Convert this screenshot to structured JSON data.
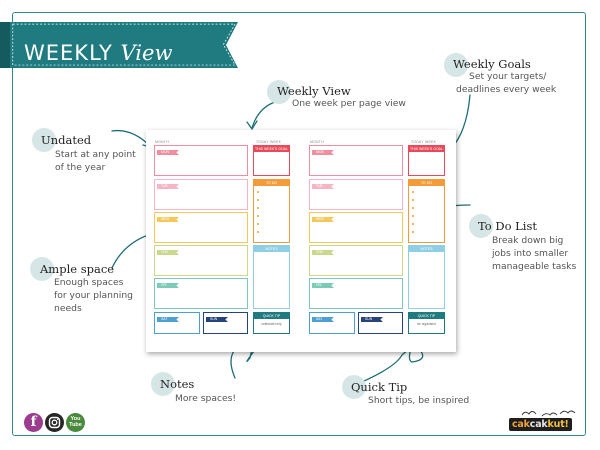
{
  "banner": {
    "title_main": "WEEKLY",
    "title_script": "View",
    "color": "#1f7b80"
  },
  "callouts": {
    "weekly_view": {
      "title": "Weekly View",
      "desc": "One week per page view"
    },
    "weekly_goals": {
      "title": "Weekly Goals",
      "desc_1": "Set your targets/",
      "desc_2": "deadlines every week"
    },
    "undated": {
      "title": "Undated",
      "desc_1": "Start at any point",
      "desc_2": "of the year"
    },
    "to_do": {
      "title": "To Do List",
      "desc_1": "Break down big",
      "desc_2": "jobs into smaller",
      "desc_3": "manageable tasks"
    },
    "ample": {
      "title": "Ample space",
      "desc_1": "Enough spaces",
      "desc_2": "for your planning",
      "desc_3": "needs"
    },
    "notes": {
      "title": "Notes",
      "desc": "More spaces!"
    },
    "quick_tip": {
      "title": "Quick Tip",
      "desc": "Short tips, be inspired"
    }
  },
  "planner": {
    "month_label": "MONTH",
    "today_label": "TODAY",
    "week_label": "WEEK",
    "days": [
      "MON",
      "TUE",
      "WED",
      "THU",
      "FRI",
      "SAT",
      "SUN"
    ],
    "goal_head": "THIS WEEK'S GOAL",
    "todo_head": "TO DO",
    "notes_head": "NOTES",
    "tip_head": "QUICK TIP",
    "tip_left": "celebrate help",
    "tip_right": "be organised",
    "colors": {
      "mon": "#f08ea0",
      "tue": "#f5b5c4",
      "wed": "#f6c85a",
      "thu": "#c9d98c",
      "fri": "#7ccab8",
      "sat": "#4f9fd2",
      "sun": "#27447a",
      "goal": "#e8495b",
      "todo": "#f29b38",
      "notes": "#8ecfe6",
      "tip": "#1f7b80"
    }
  },
  "social": {
    "facebook": "f",
    "youtube_1": "You",
    "youtube_2": "Tube"
  },
  "brand": {
    "part_1": "cak",
    "part_2": "cak",
    "part_3": "kut!"
  }
}
